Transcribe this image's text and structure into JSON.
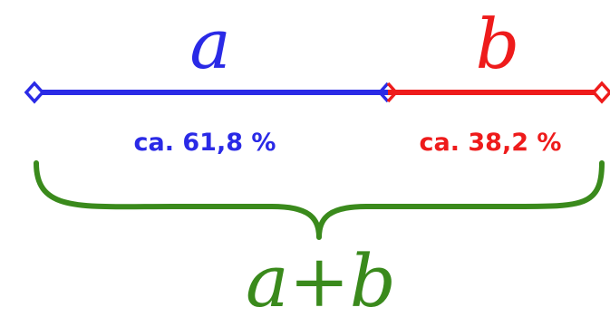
{
  "segments": {
    "a": {
      "label": "a",
      "percent": "ca. 61,8 %",
      "color": "#2a2ae6"
    },
    "b": {
      "label": "b",
      "percent": "ca. 38,2 %",
      "color": "#ee1b1b"
    }
  },
  "total": {
    "label": "a+b",
    "color": "#3a8a1c"
  }
}
